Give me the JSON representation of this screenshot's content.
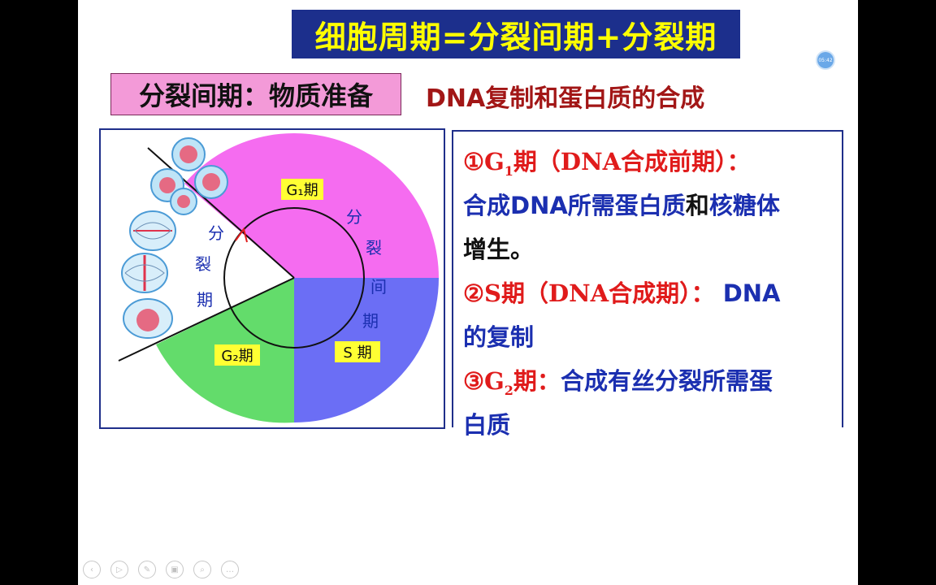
{
  "slide": {
    "title": "细胞周期=分裂间期+分裂期",
    "timer_badge": "05:42",
    "interphase_label": "分裂间期：物质准备",
    "prep_text": "DNA复制和蛋白质的合成"
  },
  "diagram": {
    "g1_label": "G₁期",
    "s_label": "S 期",
    "g2_label": "G₂期",
    "interphase_chars": [
      "分",
      "裂",
      "间",
      "期"
    ],
    "mitosis_chars": [
      "分",
      "裂",
      "期"
    ],
    "colors": {
      "g1": "#f56cf0",
      "s": "#6b6ef5",
      "g2": "#63dc6b",
      "label_bg": "#ffff33",
      "text_blue": "#1b2fb0"
    }
  },
  "info": {
    "g1": {
      "circle": "①",
      "g": "G",
      "sub": "1",
      "head": "期（DNA合成前期）：",
      "line1_a": "合成DNA所需蛋白质",
      "line1_b": "和",
      "line1_c": "核糖体",
      "line2": "增生。"
    },
    "s": {
      "head": "②S期（DNA合成期）：",
      "tail": " DNA",
      "line2": "的复制"
    },
    "g2": {
      "circle": "③",
      "g": "G",
      "sub": "2",
      "head": "期：",
      "body": "合成有丝分裂所需蛋",
      "line2": "白质"
    }
  },
  "toolbar": {
    "icons": [
      "prev-icon",
      "play-icon",
      "pen-icon",
      "screen-icon",
      "zoom-icon",
      "more-icon"
    ],
    "glyphs": [
      "‹",
      "▷",
      "✎",
      "▣",
      "⌕",
      "…"
    ]
  }
}
